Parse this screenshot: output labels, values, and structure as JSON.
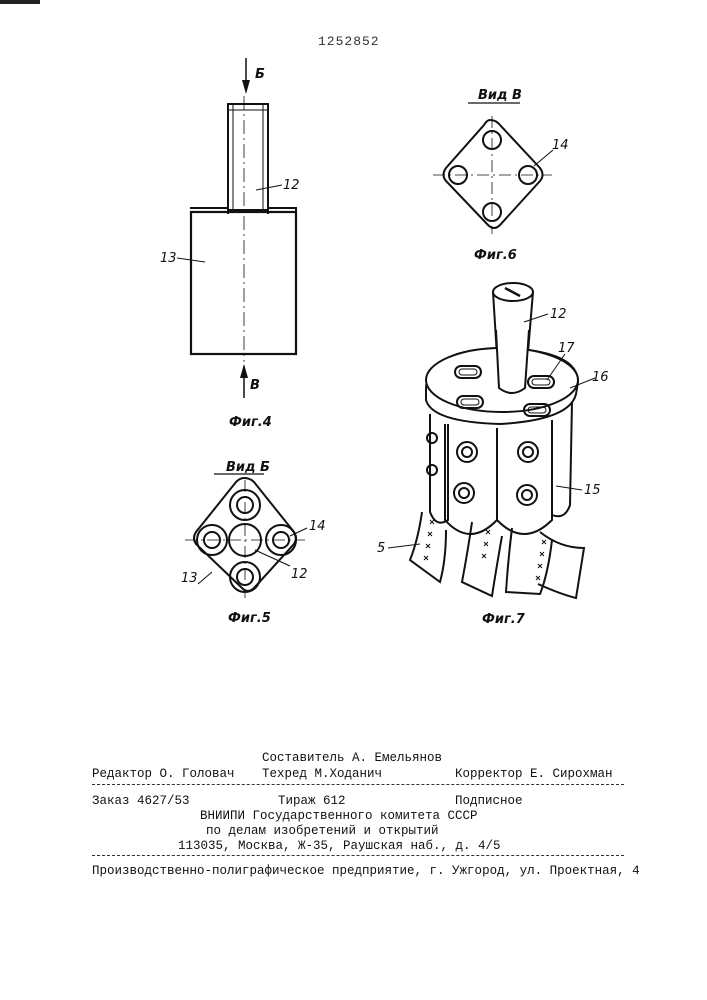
{
  "document": {
    "patent_number": "1252852"
  },
  "figures": {
    "fig4": {
      "caption": "Фиг.4",
      "arrow_top": "Б",
      "arrow_bottom": "В",
      "labels": {
        "shaft": "12",
        "body": "13"
      }
    },
    "fig5": {
      "view_title": "Вид Б",
      "caption": "Фиг.5",
      "labels": {
        "left": "13",
        "right_top": "14",
        "right_bottom": "12"
      }
    },
    "fig6": {
      "view_title": "Вид В",
      "caption": "Фиг.6",
      "labels": {
        "hole": "14"
      }
    },
    "fig7": {
      "caption": "Фиг.7",
      "labels": {
        "shaft": "12",
        "slot": "17",
        "disc": "16",
        "body": "15",
        "strip": "5"
      }
    }
  },
  "imprint": {
    "compiler": "Составитель А. Емельянов",
    "editor": "Редактор О. Головач",
    "techred": "Техред М.Ходанич",
    "corrector": "Корректор Е. Сирохман",
    "order": "Заказ 4627/53",
    "circulation": "Тираж 612",
    "subscription": "Подписное",
    "org_line1": "ВНИИПИ Государственного комитета СССР",
    "org_line2": "по делам изобретений и открытий",
    "address": "113035, Москва, Ж-35, Раушская наб., д. 4/5",
    "printer": "Производственно-полиграфическое предприятие, г. Ужгород, ул. Проектная, 4"
  }
}
